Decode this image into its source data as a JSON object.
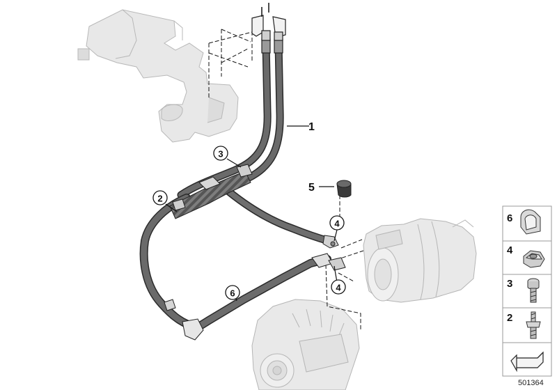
{
  "callouts": {
    "c1": "1",
    "c2": "2",
    "c3": "3",
    "c4a": "4",
    "c4b": "4",
    "c5": "5",
    "c6": "6"
  },
  "legend": [
    {
      "num": "6",
      "part": "cable-clip"
    },
    {
      "num": "4",
      "part": "hex-nut"
    },
    {
      "num": "3",
      "part": "torx-bolt"
    },
    {
      "num": "2",
      "part": "stud-bolt"
    }
  ],
  "reference_number": "501364",
  "colors": {
    "cable_dark": "#5a5a5a",
    "cable_light": "#8c8c8c",
    "ghost_part": "#e6e6e6",
    "ghost_stroke": "#b5b5b5",
    "line": "#111111"
  }
}
